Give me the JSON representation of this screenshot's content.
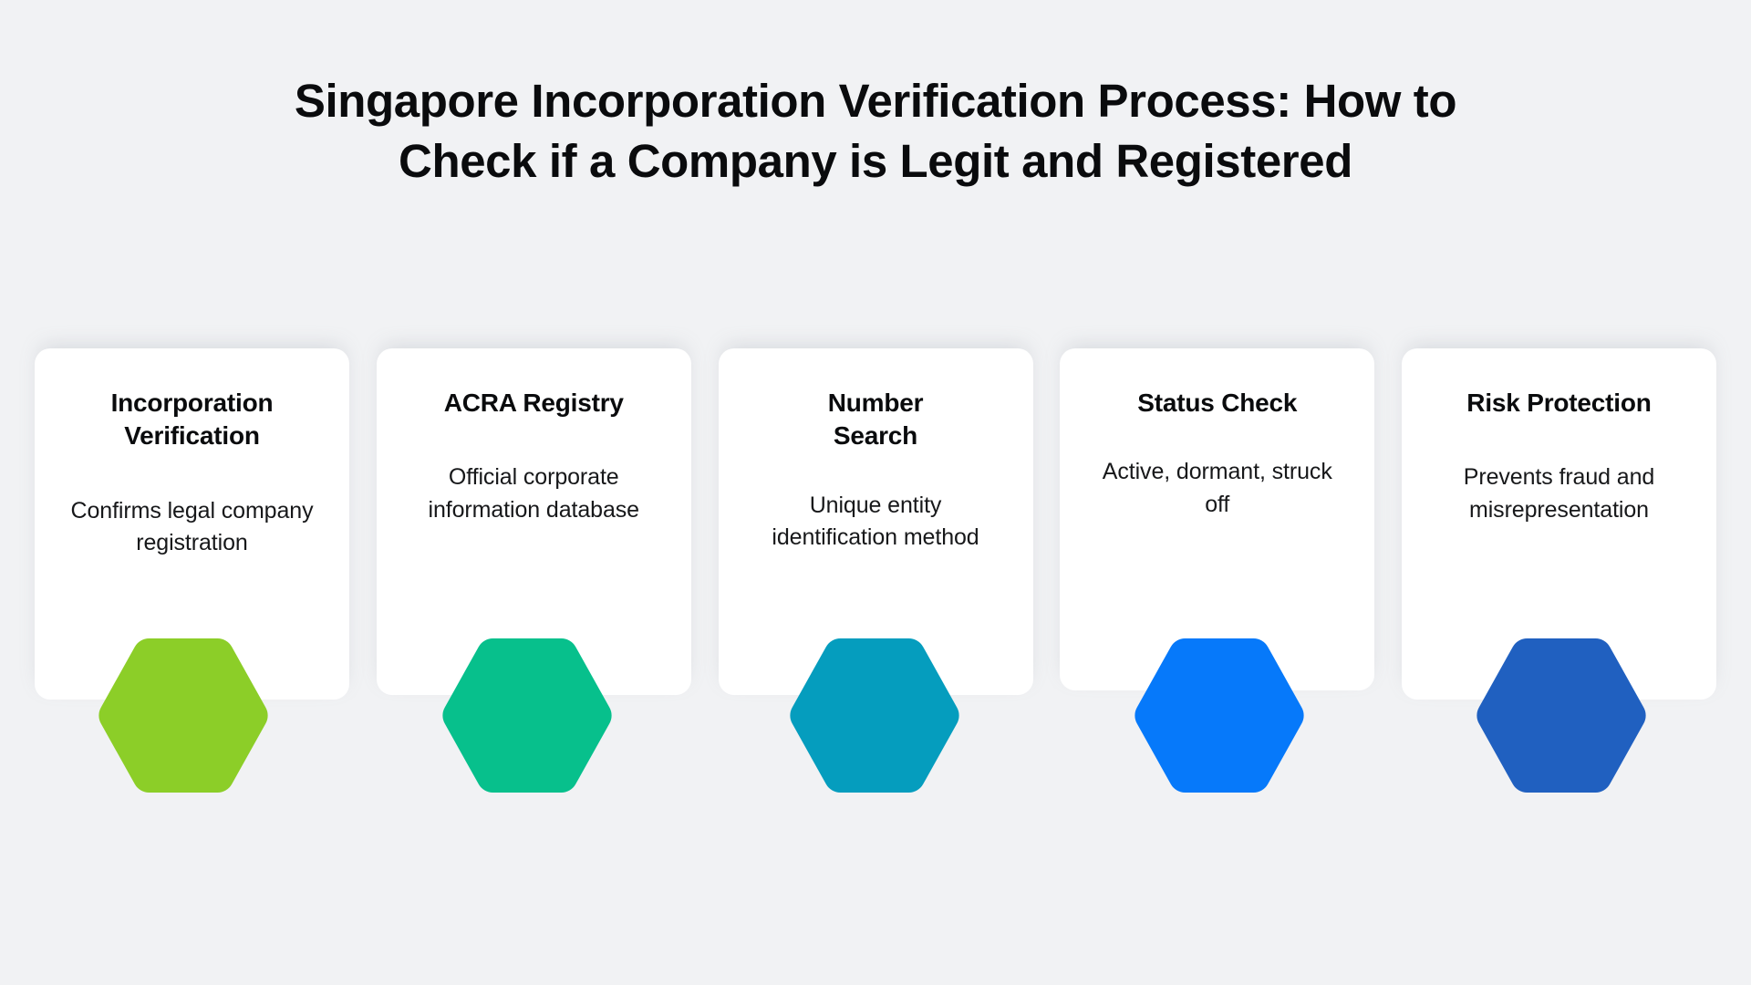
{
  "page": {
    "background_color": "#F1F2F4",
    "title": "Singapore Incorporation Verification Process: How to Check if a Company is Legit and Registered"
  },
  "cards": [
    {
      "title": "Incorporation Verification",
      "description": "Confirms legal company registration",
      "icon": "hexagon-icon",
      "color": "#8CCE28"
    },
    {
      "title": "ACRA Registry",
      "description": "Official corporate information database",
      "icon": "hexagon-icon",
      "color": "#07C08C"
    },
    {
      "title": "Number Search",
      "description": "Unique entity identification method",
      "icon": "hexagon-icon",
      "color": "#059DBE"
    },
    {
      "title": "Status Check",
      "description": "Active, dormant, struck off",
      "icon": "hexagon-icon",
      "color": "#0679FA"
    },
    {
      "title": "Risk Protection",
      "description": "Prevents fraud and misrepresentation",
      "icon": "hexagon-icon",
      "color": "#2060C0"
    }
  ]
}
